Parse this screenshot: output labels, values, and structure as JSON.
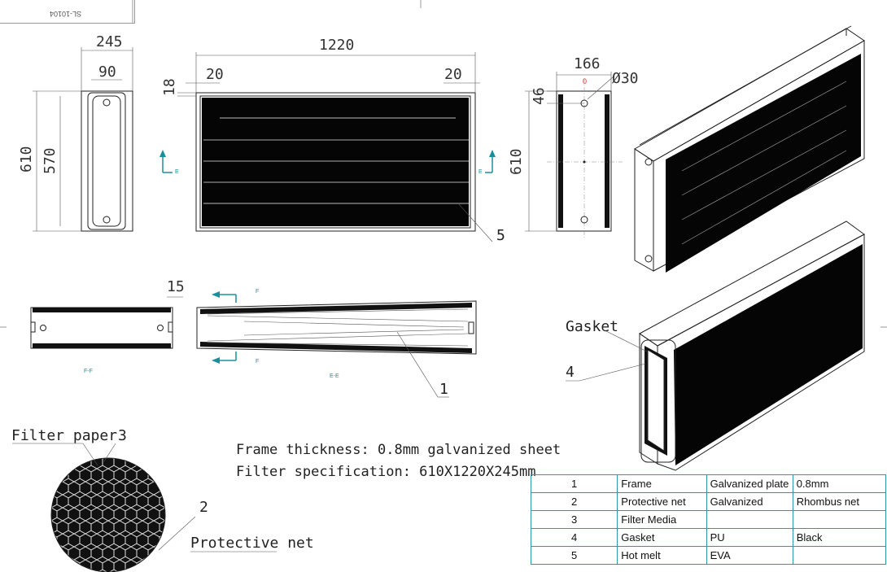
{
  "drawing_no": "SL-10104",
  "dimensions": {
    "side_width": "245",
    "side_inner": "90",
    "height_outer": "610",
    "height_inner": "570",
    "front_length": "1220",
    "front_left_offset": "20",
    "front_right_offset": "20",
    "front_top": "18",
    "right_depth": "166",
    "hole_dia": "Ø30",
    "hole_offset": "46",
    "right_height": "610",
    "section_wall": "15"
  },
  "section_labels": {
    "e_view_left": "E",
    "e_view_right": "E",
    "f_top": "F",
    "f_bottom": "F",
    "ff": "F-F",
    "ee": "E-E"
  },
  "callouts": {
    "c1": "1",
    "c2": "2",
    "c3": "3",
    "c4": "4",
    "c5": "5",
    "gasket": "Gasket",
    "filter_paper": "Filter paper",
    "protective_net": "Protective net"
  },
  "notes": {
    "frame": "Frame thickness: 0.8mm galvanized sheet",
    "spec": "Filter specification: 610X1220X245mm"
  },
  "bom": [
    {
      "no": "1",
      "name": "Frame",
      "material": "Galvanized plate",
      "remark": "0.8mm"
    },
    {
      "no": "2",
      "name": "Protective net",
      "material": "Galvanized",
      "remark": "Rhombus net"
    },
    {
      "no": "3",
      "name": "Filter Media",
      "material": "",
      "remark": ""
    },
    {
      "no": "4",
      "name": "Gasket",
      "material": "PU",
      "remark": "Black"
    },
    {
      "no": "5",
      "name": "Hot melt",
      "material": "EVA",
      "remark": ""
    }
  ]
}
